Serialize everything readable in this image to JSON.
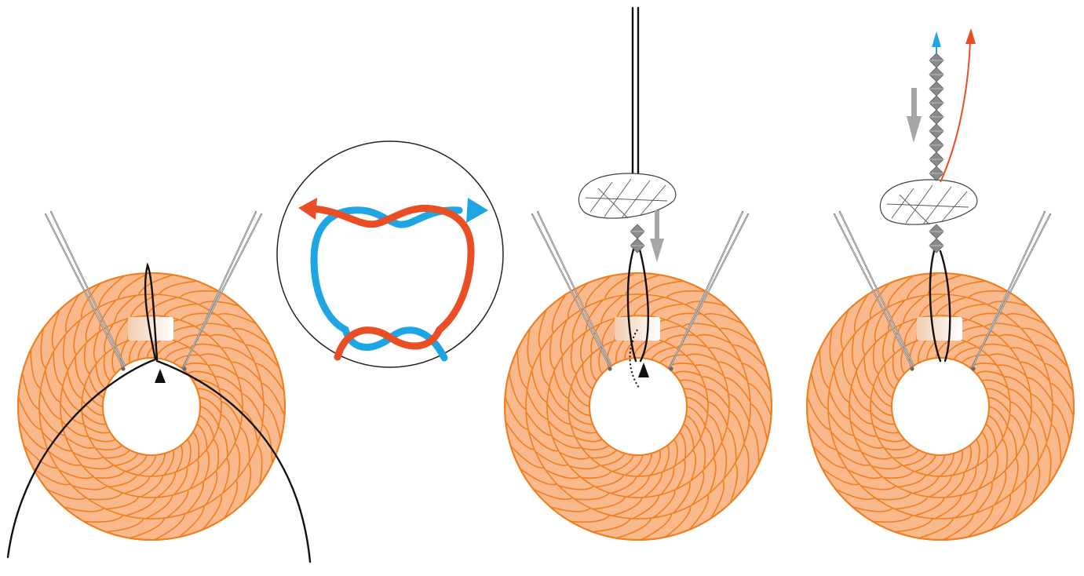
{
  "figure": {
    "panels": [
      {
        "name": "panel-1",
        "content": "ring-with-thread-ends"
      },
      {
        "name": "panel-2",
        "content": "knot-detail-circle"
      },
      {
        "name": "panel-3",
        "content": "ring-with-bead-and-arrow"
      },
      {
        "name": "panel-4",
        "content": "ring-with-crystal-strand"
      }
    ],
    "colors": {
      "ring_fill": "#f9b98c",
      "ring_stroke": "#f07e1c",
      "knot_red": "#ea4e25",
      "knot_blue": "#1da6e3",
      "thread": "#111111",
      "arrow_gray": "#a6a6a6",
      "pin": "#7c7c7c"
    }
  }
}
